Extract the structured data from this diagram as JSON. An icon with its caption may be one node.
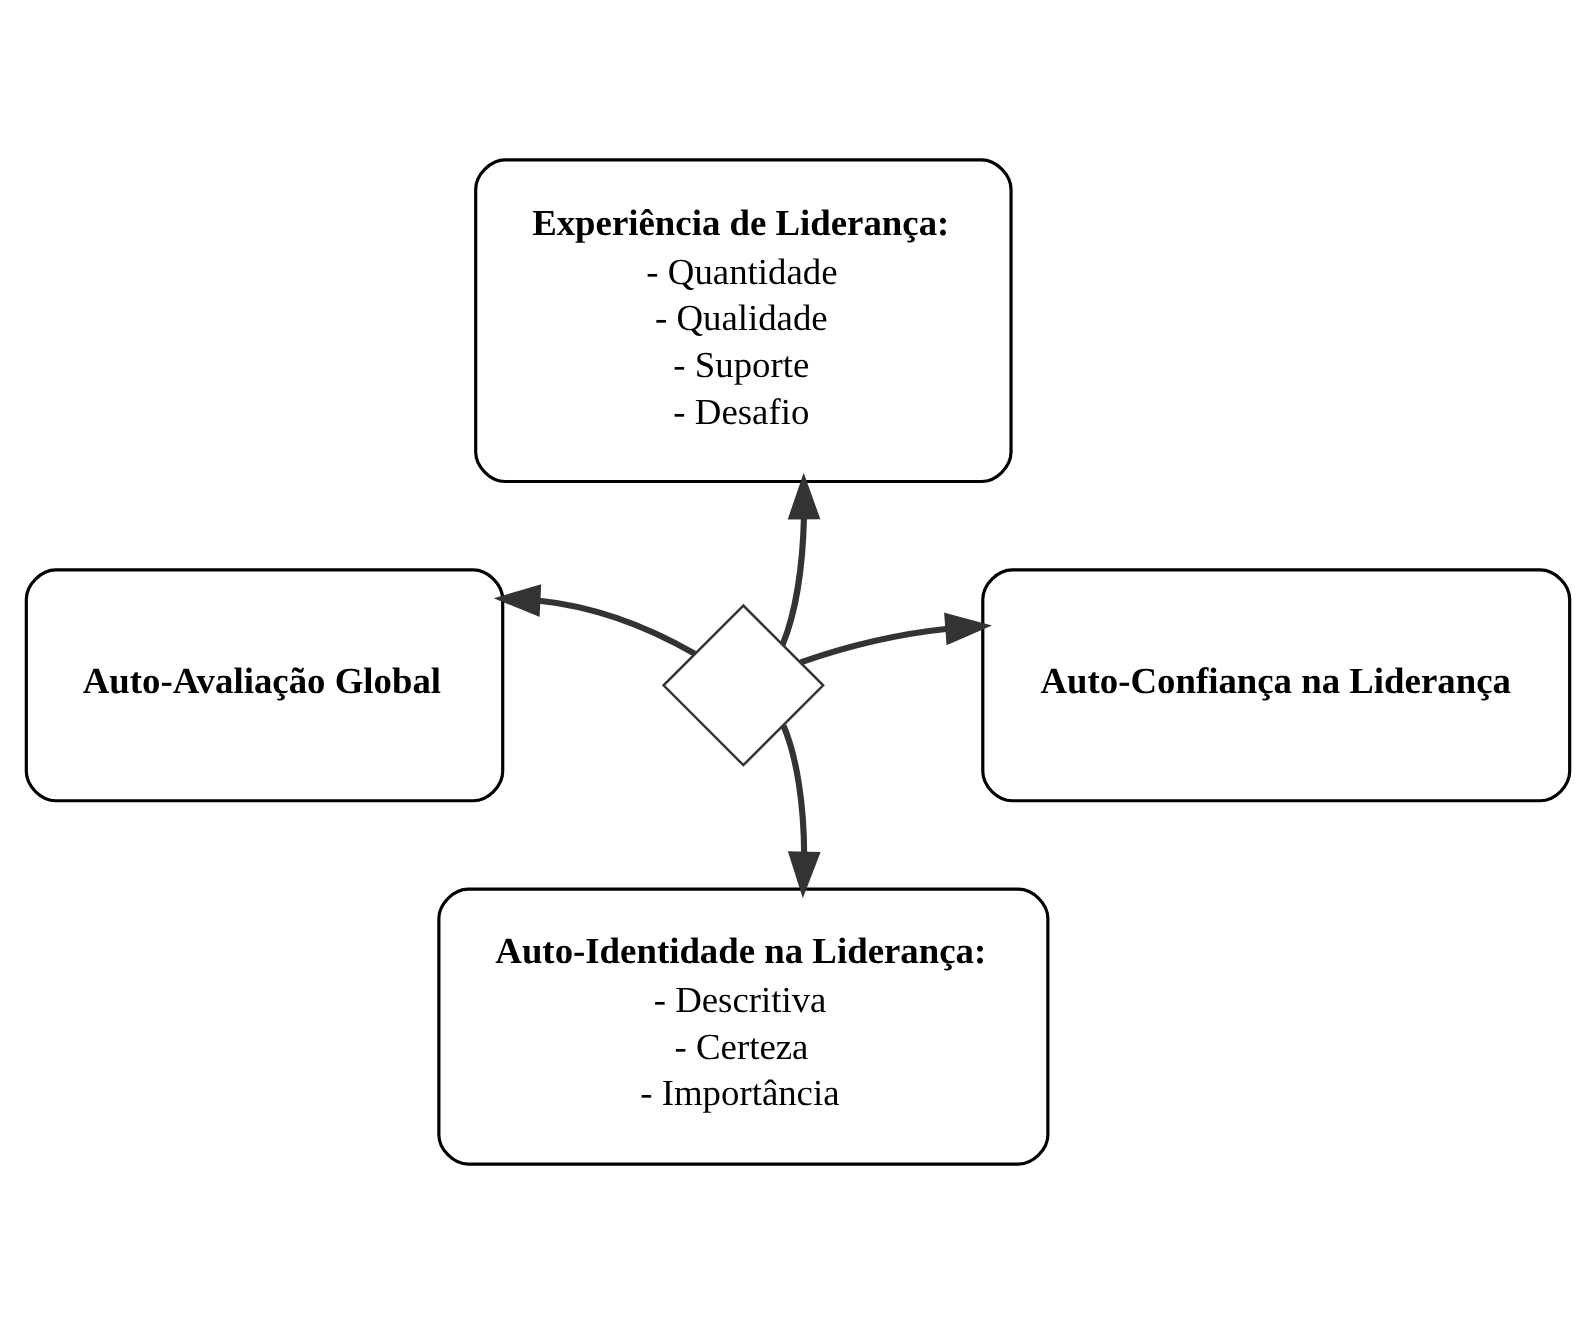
{
  "diagram": {
    "nodes": [
      {
        "text": [
          "Experiência de Liderança:",
          "- Quantidade",
          "- Qualidade",
          "- Suporte",
          "- Desafio"
        ]
      },
      {
        "text": [
          "Auto-Avaliação Global"
        ]
      },
      {
        "text": [],
        "shape": "cross"
      },
      {
        "text": [
          "Auto-Confiança na Liderança"
        ]
      },
      {
        "text": [
          "Auto-Identidade na Liderança:",
          "- Descritiva",
          "- Certeza",
          "- Importância"
        ]
      }
    ],
    "edges": [
      {
        "from": 2,
        "to": 0,
        "arrow": "to"
      },
      {
        "from": 2,
        "to": 1,
        "arrow": "to"
      },
      {
        "from": 2,
        "to": 3,
        "arrow": "to"
      },
      {
        "from": 2,
        "to": 4,
        "arrow": "to"
      }
    ]
  }
}
